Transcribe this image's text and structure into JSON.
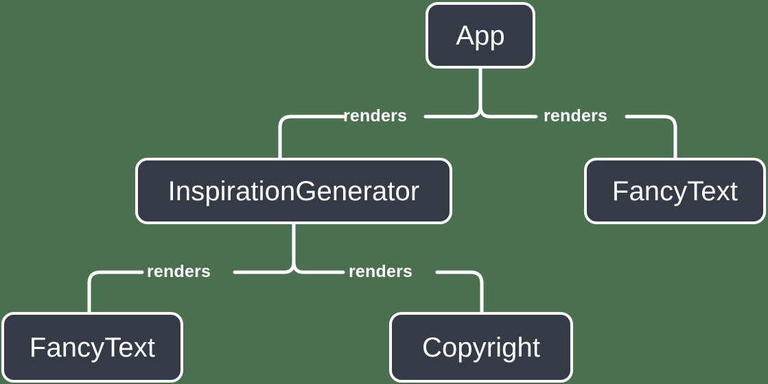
{
  "diagram": {
    "type": "component-tree",
    "background_color": "#4a7050",
    "node_fill_color": "#343a46",
    "node_border_color": "#ffffff",
    "edge_color": "#ffffff",
    "text_color": "#ffffff",
    "nodes": [
      {
        "id": "app",
        "label": "App"
      },
      {
        "id": "inspiration-generator",
        "label": "InspirationGenerator"
      },
      {
        "id": "fancy-text-right",
        "label": "FancyText"
      },
      {
        "id": "fancy-text-bottom-left",
        "label": "FancyText"
      },
      {
        "id": "copyright",
        "label": "Copyright"
      }
    ],
    "edges": [
      {
        "from": "app",
        "to": "inspiration-generator",
        "label": "renders"
      },
      {
        "from": "app",
        "to": "fancy-text-right",
        "label": "renders"
      },
      {
        "from": "inspiration-generator",
        "to": "fancy-text-bottom-left",
        "label": "renders"
      },
      {
        "from": "inspiration-generator",
        "to": "copyright",
        "label": "renders"
      }
    ]
  }
}
